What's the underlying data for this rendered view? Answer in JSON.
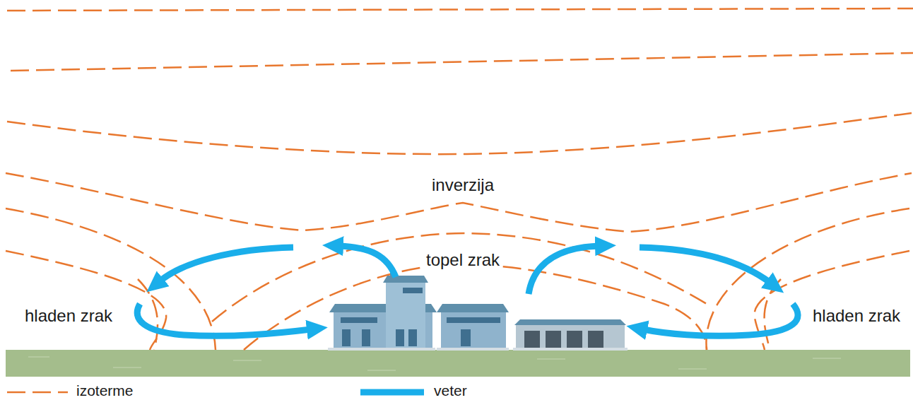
{
  "diagram": {
    "labels": [
      "inverzija",
      "topel zrak",
      "hladen zrak",
      "hladen zrak"
    ],
    "legend": [
      {
        "text": "izoterme"
      },
      {
        "text": "veter"
      }
    ]
  }
}
